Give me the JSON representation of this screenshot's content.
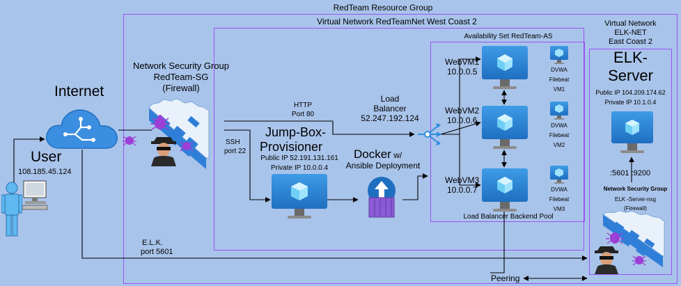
{
  "groups": {
    "resource_group": "RedTeam Resource Group",
    "vnet_west": "Virtual Network RedTeamNet West Coast 2",
    "availability_set": "Availability Set RedTeam-AS",
    "backend_pool": "Load Balancer Backend Pool",
    "vnet_elk_line1": "Virtual Network",
    "vnet_elk_line2": "ELK-NET",
    "vnet_elk_line3": "East Coast 2"
  },
  "internet": {
    "label": "Internet"
  },
  "user": {
    "label": "User",
    "ip": "108.185.45.124"
  },
  "nsg": {
    "line1": "Network Security Group",
    "line2": "RedTeam-SG",
    "line3": "(Firewall)"
  },
  "connections": {
    "http_line1": "HTTP",
    "http_line2": "Port 80",
    "ssh_line1": "SSH",
    "ssh_line2": "port 22",
    "elk_line1": "E.L.K.",
    "elk_line2": "port 5601",
    "elk_ports": ":5601 :9200",
    "peering": "Peering"
  },
  "load_balancer": {
    "line1": "Load",
    "line2": "Balancer",
    "ip": "52.247.192.124"
  },
  "jumpbox": {
    "line1": "Jump-Box-",
    "line2": "Provisioner",
    "public_ip": "Public IP 52.191.131.161",
    "private_ip": "Private IP 10.0.0.4"
  },
  "docker": {
    "line1_main": "Docker",
    "line1_suffix": " w/",
    "line2": "Ansible Deployment"
  },
  "webvms": [
    {
      "name": "WebVM1",
      "ip": "10.0.0.5",
      "svc1": "DVWA",
      "svc2": "Filebeat",
      "vm": "VM1"
    },
    {
      "name": "WebVM2",
      "ip": "10.0.0.6",
      "svc1": "DVWA",
      "svc2": "Filebeat",
      "vm": "VM2"
    },
    {
      "name": "WebVM3",
      "ip": "10.0.0.7",
      "svc1": "DVWA",
      "svc2": "Filebeat",
      "vm": "VM3"
    }
  ],
  "elk": {
    "line1": "ELK-",
    "line2": "Server",
    "public_ip": "Public IP 104.209.174.62",
    "private_ip": "Private IP 10.1.0.4"
  },
  "elk_nsg": {
    "line1": "Network Security Group",
    "line2": "ELK -Server-nsg",
    "line3": "(Firewall)"
  },
  "colors": {
    "background": "#a9c4ea",
    "group_border": "#9b52f5",
    "vm_blue": "#1f6fc1"
  }
}
